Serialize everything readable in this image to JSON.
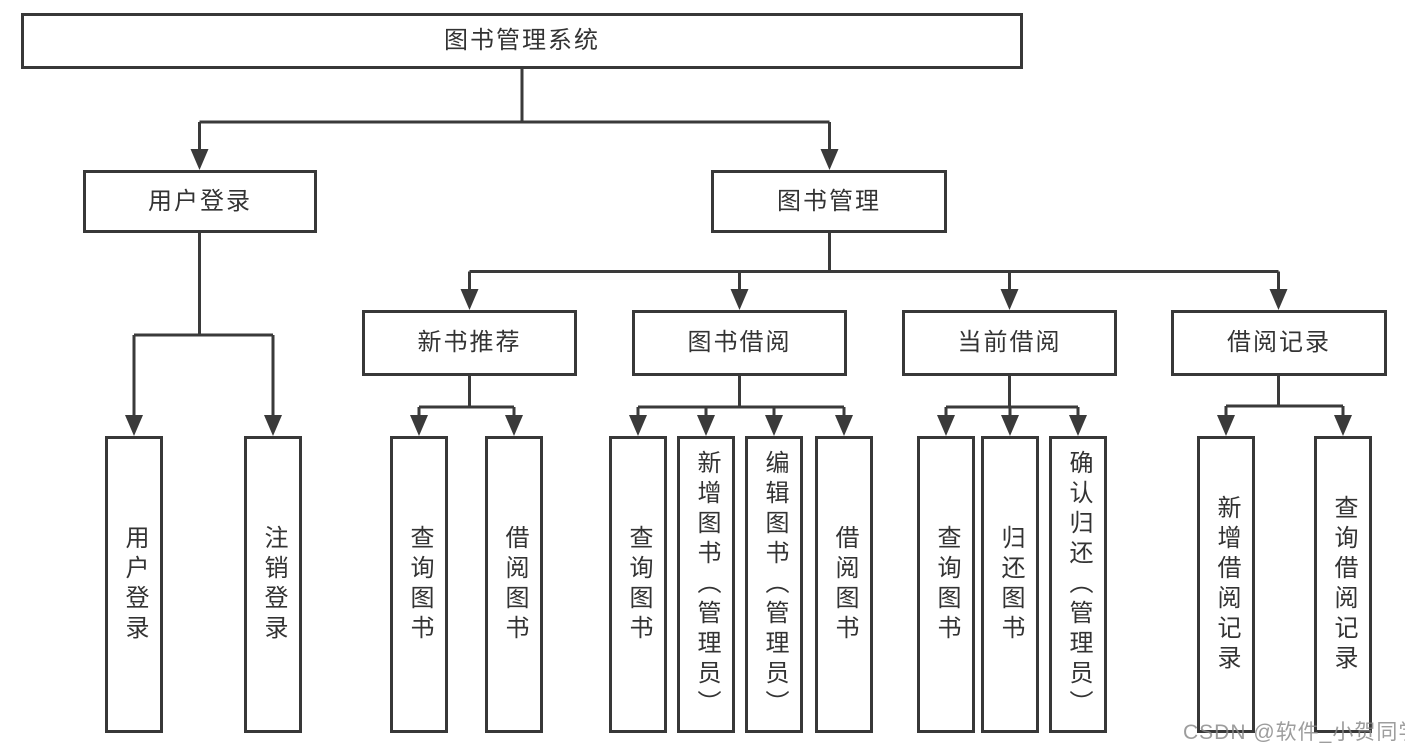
{
  "title": "图书管理系统",
  "branches": {
    "user": {
      "label": "用户登录",
      "leaves": [
        "用户登录",
        "注销登录"
      ]
    },
    "book": {
      "label": "图书管理",
      "sections": [
        {
          "label": "新书推荐",
          "leaves": [
            "查询图书",
            "借阅图书"
          ]
        },
        {
          "label": "图书借阅",
          "leaves": [
            "查询图书",
            "新增图书（管理员）",
            "编辑图书（管理员）",
            "借阅图书"
          ]
        },
        {
          "label": "当前借阅",
          "leaves": [
            "查询图书",
            "归还图书",
            "确认归还（管理员）"
          ]
        },
        {
          "label": "借阅记录",
          "leaves": [
            "新增借阅记录",
            "查询借阅记录"
          ]
        }
      ]
    }
  },
  "watermark": "CSDN @软件_小贺同学",
  "colors": {
    "line": "#3a3a3a",
    "border": "#383838",
    "text": "#333333",
    "background": "#ffffff",
    "watermark": "#878787"
  }
}
